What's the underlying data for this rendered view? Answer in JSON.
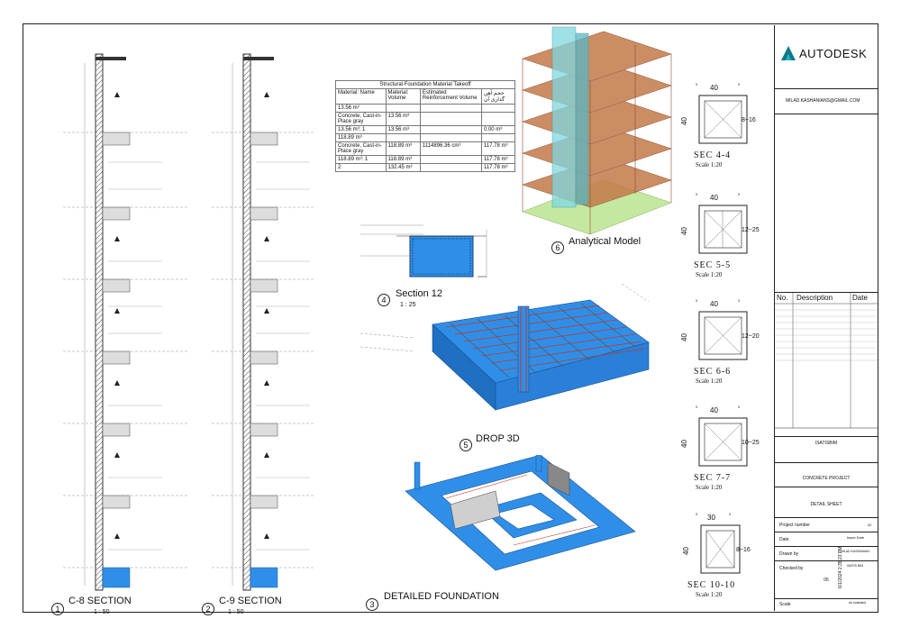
{
  "columns": [
    {
      "num": "1",
      "title": "C-8 SECTION",
      "scale": "1 : 50"
    },
    {
      "num": "2",
      "title": "C-9 SECTION",
      "scale": "1 : 50"
    }
  ],
  "takeoff": {
    "title": "Structural Foundation Material Takeoff",
    "headers": [
      "Material: Name",
      "Material: Volume",
      "Estimated Reinforcement Volume",
      "حجم آهن گذاری آن"
    ],
    "rows": [
      [
        "13.56 m³",
        "",
        "",
        ""
      ],
      [
        "Concrete, Cast-in-Place gray",
        "13.56 m³",
        "",
        ""
      ],
      [
        "13.56 m³: 1",
        "13.56 m³",
        "",
        "0.00 m³"
      ],
      [
        "118.89 m³",
        "",
        "",
        ""
      ],
      [
        "Concrete, Cast-in-Place gray",
        "118.89 m³",
        "1114896.36 cm³",
        "117.78 m³"
      ],
      [
        "118.89 m³: 1",
        "118.89 m³",
        "",
        "117.78 m³"
      ],
      [
        "2",
        "132.45 m³",
        "",
        "117.78 m³"
      ]
    ]
  },
  "views": {
    "section12": {
      "num": "4",
      "title": "Section 12",
      "scale": "1 : 25"
    },
    "drop3d": {
      "num": "5",
      "title": "DROP 3D"
    },
    "foundation": {
      "num": "3",
      "title": "DETAILED FOUNDATION"
    },
    "analytical": {
      "num": "6",
      "title": "Analytical Model"
    }
  },
  "sections": [
    {
      "label": "SEC 4-4",
      "scale": "Scale 1:20",
      "top": "40",
      "side": "40",
      "cover": "5",
      "rebar": "8~16"
    },
    {
      "label": "SEC 5-5",
      "scale": "Scale 1:20",
      "top": "40",
      "side": "40",
      "cover": "5",
      "rebar": "12~25"
    },
    {
      "label": "SEC 6-6",
      "scale": "Scale 1:20",
      "top": "40",
      "side": "40",
      "cover": "5",
      "rebar": "12~20"
    },
    {
      "label": "SEC 7-7",
      "scale": "Scale 1:20",
      "top": "40",
      "side": "40",
      "cover": "5",
      "rebar": "10~25"
    },
    {
      "label": "SEC 10-10",
      "scale": "Scale 1:20",
      "top": "30",
      "side": "40",
      "cover": "5",
      "rebar": "8~16"
    }
  ],
  "titleblock": {
    "brand": "AUTODESK",
    "email": "MILAD.KASHANIANS@GMAIL.COM",
    "rev_headers": {
      "no": "No.",
      "desc": "Description",
      "date": "Date"
    },
    "company": "ISATISBIM",
    "project": "CONCRETE PROJECT",
    "sheet": "DETAIL SHEET",
    "project_number_label": "Project number",
    "project_number": "02",
    "date_label": "Date",
    "date_value": "Issue Date",
    "drawn_label": "Drawn by",
    "drawn_value": "MILAD KASHANIAN",
    "checked_label": "Checked by",
    "checked_value": "ISATIS BIM",
    "sheet_no": "05",
    "scale_label": "Scale",
    "scale_value": "As indicated",
    "timestamp": "6/1/2024 2:35:23 PM"
  },
  "colors": {
    "blue": "#2f8fe8",
    "cyan": "#7fd8e0",
    "orange": "#c47a4a",
    "green": "#b7e38a",
    "red": "#c0392b"
  }
}
